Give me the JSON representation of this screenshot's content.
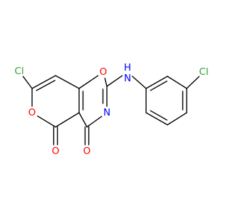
{
  "molecule": {
    "element_colors": {
      "Cl": "#2ea02e",
      "O": "#ff0000",
      "N": "#0000ff",
      "C": "#000000"
    },
    "atoms": {
      "cl1": {
        "label": "Cl",
        "element": "Cl"
      },
      "c7": {
        "label": "",
        "element": "C"
      },
      "c8": {
        "label": "",
        "element": "C"
      },
      "c8a": {
        "label": "",
        "element": "C"
      },
      "o1": {
        "label": "O",
        "element": "O"
      },
      "c2": {
        "label": "",
        "element": "C"
      },
      "n3": {
        "label": "N",
        "element": "N"
      },
      "c4": {
        "label": "",
        "element": "C"
      },
      "o4": {
        "label": "O",
        "element": "O"
      },
      "c4a": {
        "label": "",
        "element": "C"
      },
      "c5": {
        "label": "",
        "element": "C"
      },
      "o5": {
        "label": "O",
        "element": "O"
      },
      "o6": {
        "label": "O",
        "element": "O"
      },
      "nh": {
        "label": "H",
        "element": "N",
        "sublabel": "N"
      },
      "a1": {
        "label": "",
        "element": "C"
      },
      "a2": {
        "label": "",
        "element": "C"
      },
      "a3": {
        "label": "",
        "element": "C"
      },
      "a4": {
        "label": "",
        "element": "C"
      },
      "a5": {
        "label": "",
        "element": "C"
      },
      "a6": {
        "label": "",
        "element": "C"
      },
      "cl2": {
        "label": "Cl",
        "element": "Cl"
      }
    },
    "bonds": [
      {
        "from": "cl1",
        "to": "c7",
        "order": 1
      },
      {
        "from": "c7",
        "to": "c8",
        "order": 2
      },
      {
        "from": "c8",
        "to": "c8a",
        "order": 1
      },
      {
        "from": "c8a",
        "to": "o1",
        "order": 1
      },
      {
        "from": "o1",
        "to": "c2",
        "order": 1
      },
      {
        "from": "c2",
        "to": "n3",
        "order": 2
      },
      {
        "from": "n3",
        "to": "c4",
        "order": 1
      },
      {
        "from": "c4",
        "to": "o4",
        "order": 2
      },
      {
        "from": "c4",
        "to": "c4a",
        "order": 1
      },
      {
        "from": "c4a",
        "to": "c8a",
        "order": 2
      },
      {
        "from": "c4a",
        "to": "c5",
        "order": 1
      },
      {
        "from": "c5",
        "to": "o5",
        "order": 2
      },
      {
        "from": "c5",
        "to": "o6",
        "order": 1
      },
      {
        "from": "o6",
        "to": "c7",
        "order": 1
      },
      {
        "from": "c2",
        "to": "nh",
        "order": 1
      },
      {
        "from": "nh",
        "to": "a1",
        "order": 1
      },
      {
        "from": "a1",
        "to": "a2",
        "order": 2
      },
      {
        "from": "a2",
        "to": "a3",
        "order": 1
      },
      {
        "from": "a3",
        "to": "a4",
        "order": 2
      },
      {
        "from": "a4",
        "to": "a5",
        "order": 1
      },
      {
        "from": "a5",
        "to": "a6",
        "order": 2
      },
      {
        "from": "a6",
        "to": "a1",
        "order": 1
      },
      {
        "from": "a3",
        "to": "cl2",
        "order": 1
      }
    ]
  }
}
